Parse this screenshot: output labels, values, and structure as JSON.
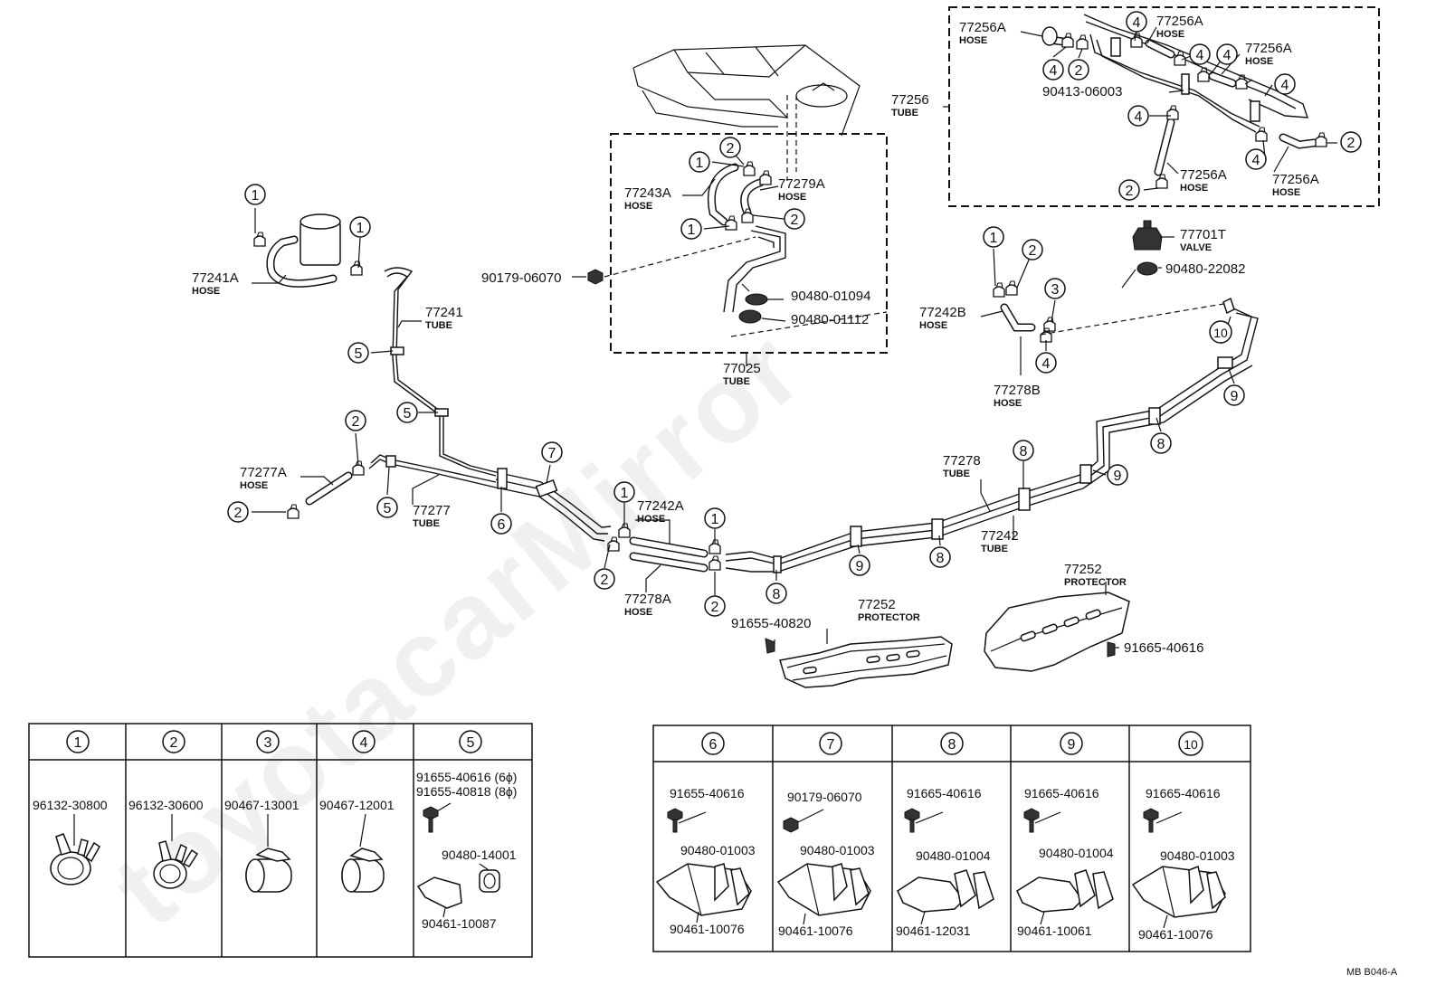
{
  "watermark": "toyotacarMirror",
  "drawing_code": "MB  B046-A",
  "callouts": {
    "c1": "1",
    "c2": "2",
    "c3": "3",
    "c4": "4",
    "c5": "5",
    "c6": "6",
    "c7": "7",
    "c8": "8",
    "c9": "9",
    "c10": "10"
  },
  "parts": {
    "p77241A": {
      "number": "77241A",
      "name": "HOSE"
    },
    "p77241": {
      "number": "77241",
      "name": "TUBE"
    },
    "p77277A": {
      "number": "77277A",
      "name": "HOSE"
    },
    "p77277": {
      "number": "77277",
      "name": "TUBE"
    },
    "p77242A": {
      "number": "77242A",
      "name": "HOSE"
    },
    "p77278A": {
      "number": "77278A",
      "name": "HOSE"
    },
    "p77243A": {
      "number": "77243A",
      "name": "HOSE"
    },
    "p77279A": {
      "number": "77279A",
      "name": "HOSE"
    },
    "p90179_06070": {
      "number": "90179-06070"
    },
    "p90480_01094": {
      "number": "90480-01094"
    },
    "p90480_01112": {
      "number": "90480-01112"
    },
    "p77025": {
      "number": "77025",
      "name": "TUBE"
    },
    "p77242B": {
      "number": "77242B",
      "name": "HOSE"
    },
    "p77278B": {
      "number": "77278B",
      "name": "HOSE"
    },
    "p77701T": {
      "number": "77701T",
      "name": "VALVE"
    },
    "p90480_22082": {
      "number": "90480-22082"
    },
    "p77278": {
      "number": "77278",
      "name": "TUBE"
    },
    "p77242": {
      "number": "77242",
      "name": "TUBE"
    },
    "p77252a": {
      "number": "77252",
      "name": "PROTECTOR"
    },
    "p77252b": {
      "number": "77252",
      "name": "PROTECTOR"
    },
    "p91655_40820": {
      "number": "91655-40820"
    },
    "p91665_40616": {
      "number": "91665-40616"
    },
    "p77256": {
      "number": "77256",
      "name": "TUBE"
    },
    "p77256A_1": {
      "number": "77256A",
      "name": "HOSE"
    },
    "p77256A_2": {
      "number": "77256A",
      "name": "HOSE"
    },
    "p77256A_3": {
      "number": "77256A",
      "name": "HOSE"
    },
    "p77256A_4": {
      "number": "77256A",
      "name": "HOSE"
    },
    "p77256A_5": {
      "number": "77256A",
      "name": "HOSE"
    },
    "p90413_06003": {
      "number": "90413-06003"
    }
  },
  "table_left": [
    {
      "num": "1",
      "parts": [
        "96132-30800"
      ]
    },
    {
      "num": "2",
      "parts": [
        "96132-30600"
      ]
    },
    {
      "num": "3",
      "parts": [
        "90467-13001"
      ]
    },
    {
      "num": "4",
      "parts": [
        "90467-12001"
      ]
    },
    {
      "num": "5",
      "parts": [
        "91655-40616 (6ϕ)",
        "91655-40818 (8ϕ)",
        "90480-14001",
        "90461-10087"
      ]
    }
  ],
  "table_right": [
    {
      "num": "6",
      "parts": [
        "91655-40616",
        "90480-01003",
        "90461-10076"
      ]
    },
    {
      "num": "7",
      "parts": [
        "90179-06070",
        "90480-01003",
        "90461-10076"
      ]
    },
    {
      "num": "8",
      "parts": [
        "91665-40616",
        "90480-01004",
        "90461-12031"
      ]
    },
    {
      "num": "9",
      "parts": [
        "91665-40616",
        "90480-01004",
        "90461-10061"
      ]
    },
    {
      "num": "10",
      "parts": [
        "91665-40616",
        "90480-01003",
        "90461-10076"
      ]
    }
  ]
}
